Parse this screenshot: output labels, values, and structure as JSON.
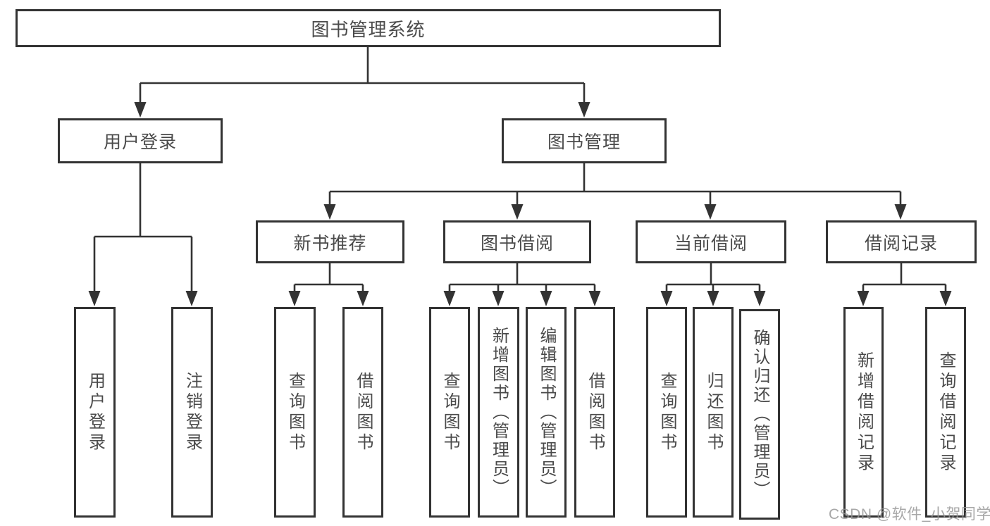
{
  "tree": {
    "root": {
      "label": "图书管理系统"
    },
    "branches": [
      {
        "label": "用户登录",
        "children": [
          {
            "label": "用户登录"
          },
          {
            "label": "注销登录"
          }
        ]
      },
      {
        "label": "图书管理",
        "children": [
          {
            "label": "新书推荐",
            "children": [
              {
                "label": "查询图书"
              },
              {
                "label": "借阅图书"
              }
            ]
          },
          {
            "label": "图书借阅",
            "children": [
              {
                "label": "查询图书"
              },
              {
                "label": "新增图书（管理员）"
              },
              {
                "label": "编辑图书（管理员）"
              },
              {
                "label": "借阅图书"
              }
            ]
          },
          {
            "label": "当前借阅",
            "children": [
              {
                "label": "查询图书"
              },
              {
                "label": "归还图书"
              },
              {
                "label": "确认归还（管理员）"
              }
            ]
          },
          {
            "label": "借阅记录",
            "children": [
              {
                "label": "新增借阅记录"
              },
              {
                "label": "查询借阅记录"
              }
            ]
          }
        ]
      }
    ]
  },
  "watermark": {
    "text": "CSDN @软件_小贺同学"
  },
  "colors": {
    "line": "#333333",
    "box_border": "#333333",
    "text": "#4a4a4a",
    "watermark": "#949494",
    "background": "#ffffff"
  }
}
